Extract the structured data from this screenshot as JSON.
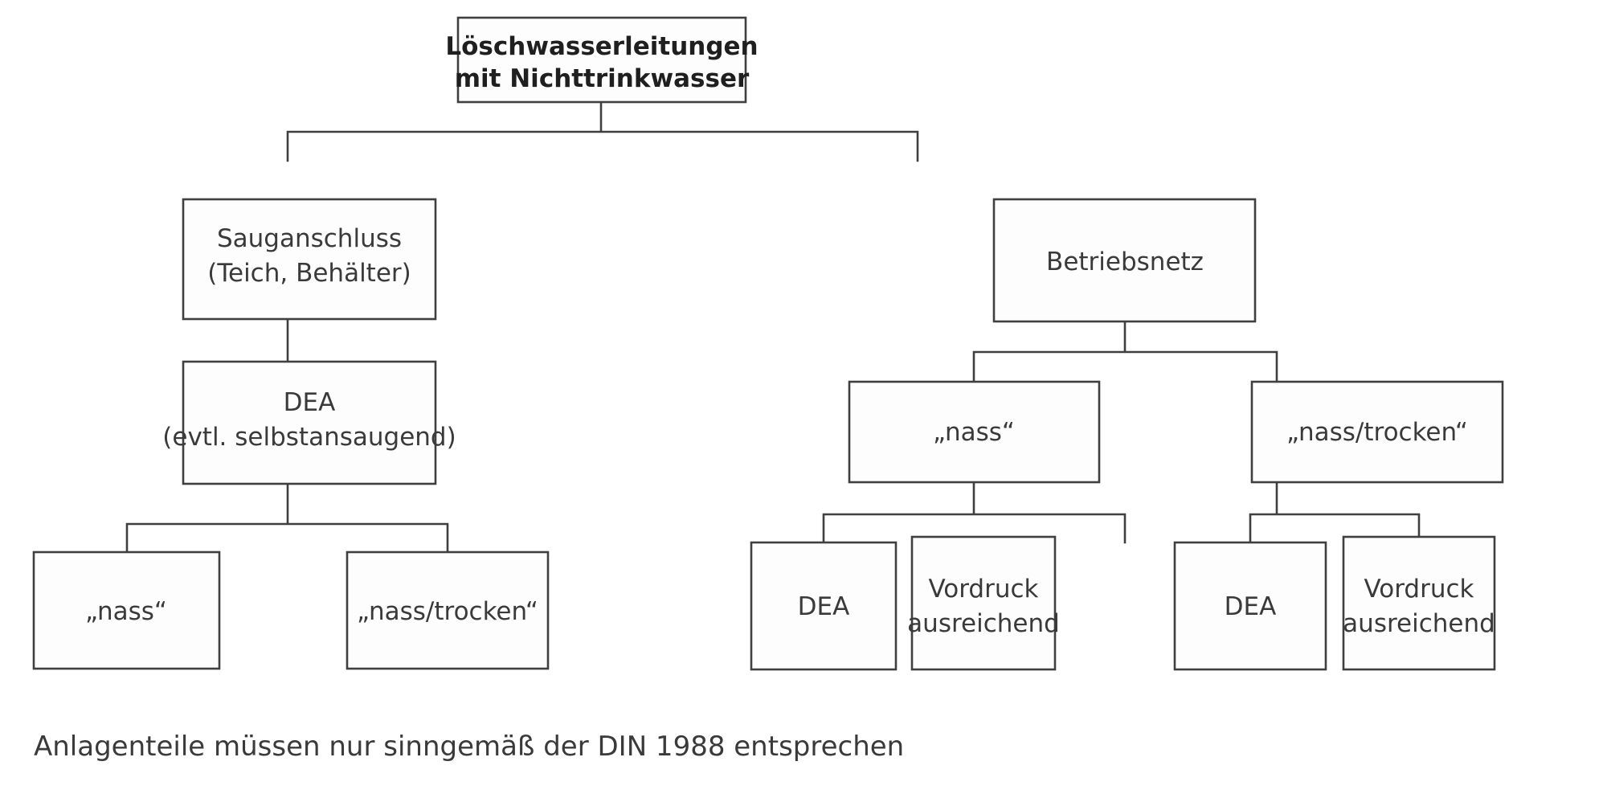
{
  "diagram": {
    "type": "tree-hierarchy",
    "title_node": {
      "id": "root",
      "lines": [
        "Löschwasserleitungen",
        "mit Nichttrinkwasser"
      ],
      "bold": true
    },
    "nodes": {
      "root": {
        "lines": [
          "Löschwasserleitungen",
          "mit Nichttrinkwasser"
        ]
      },
      "sauganschluss": {
        "lines": [
          "Sauganschluss",
          "(Teich, Behälter)"
        ]
      },
      "betriebsnetz": {
        "lines": [
          "Betriebsnetz"
        ]
      },
      "dea_left": {
        "lines": [
          "DEA",
          "(evtl. selbstansaugend)"
        ]
      },
      "nass_left": {
        "lines": [
          "„nass“"
        ]
      },
      "nasstrocken_left": {
        "lines": [
          "„nass/trocken“"
        ]
      },
      "nass_right": {
        "lines": [
          "„nass“"
        ]
      },
      "nasstrocken_right": {
        "lines": [
          "„nass/trocken“"
        ]
      },
      "dea_r1": {
        "lines": [
          "DEA"
        ]
      },
      "vordruck_r1": {
        "lines": [
          "Vordruck",
          "ausreichend"
        ]
      },
      "dea_r2": {
        "lines": [
          "DEA"
        ]
      },
      "vordruck_r2": {
        "lines": [
          "Vordruck",
          "ausreichend"
        ]
      }
    },
    "caption": "Anlagenteile müssen nur sinngemäß der DIN 1988 entsprechen",
    "colors": {
      "background": "#ffffff",
      "box_fill": "#fdfdfd",
      "box_stroke": "#3f3f3f",
      "text": "#3a3a3a",
      "title_text": "#1f1f1f"
    }
  }
}
